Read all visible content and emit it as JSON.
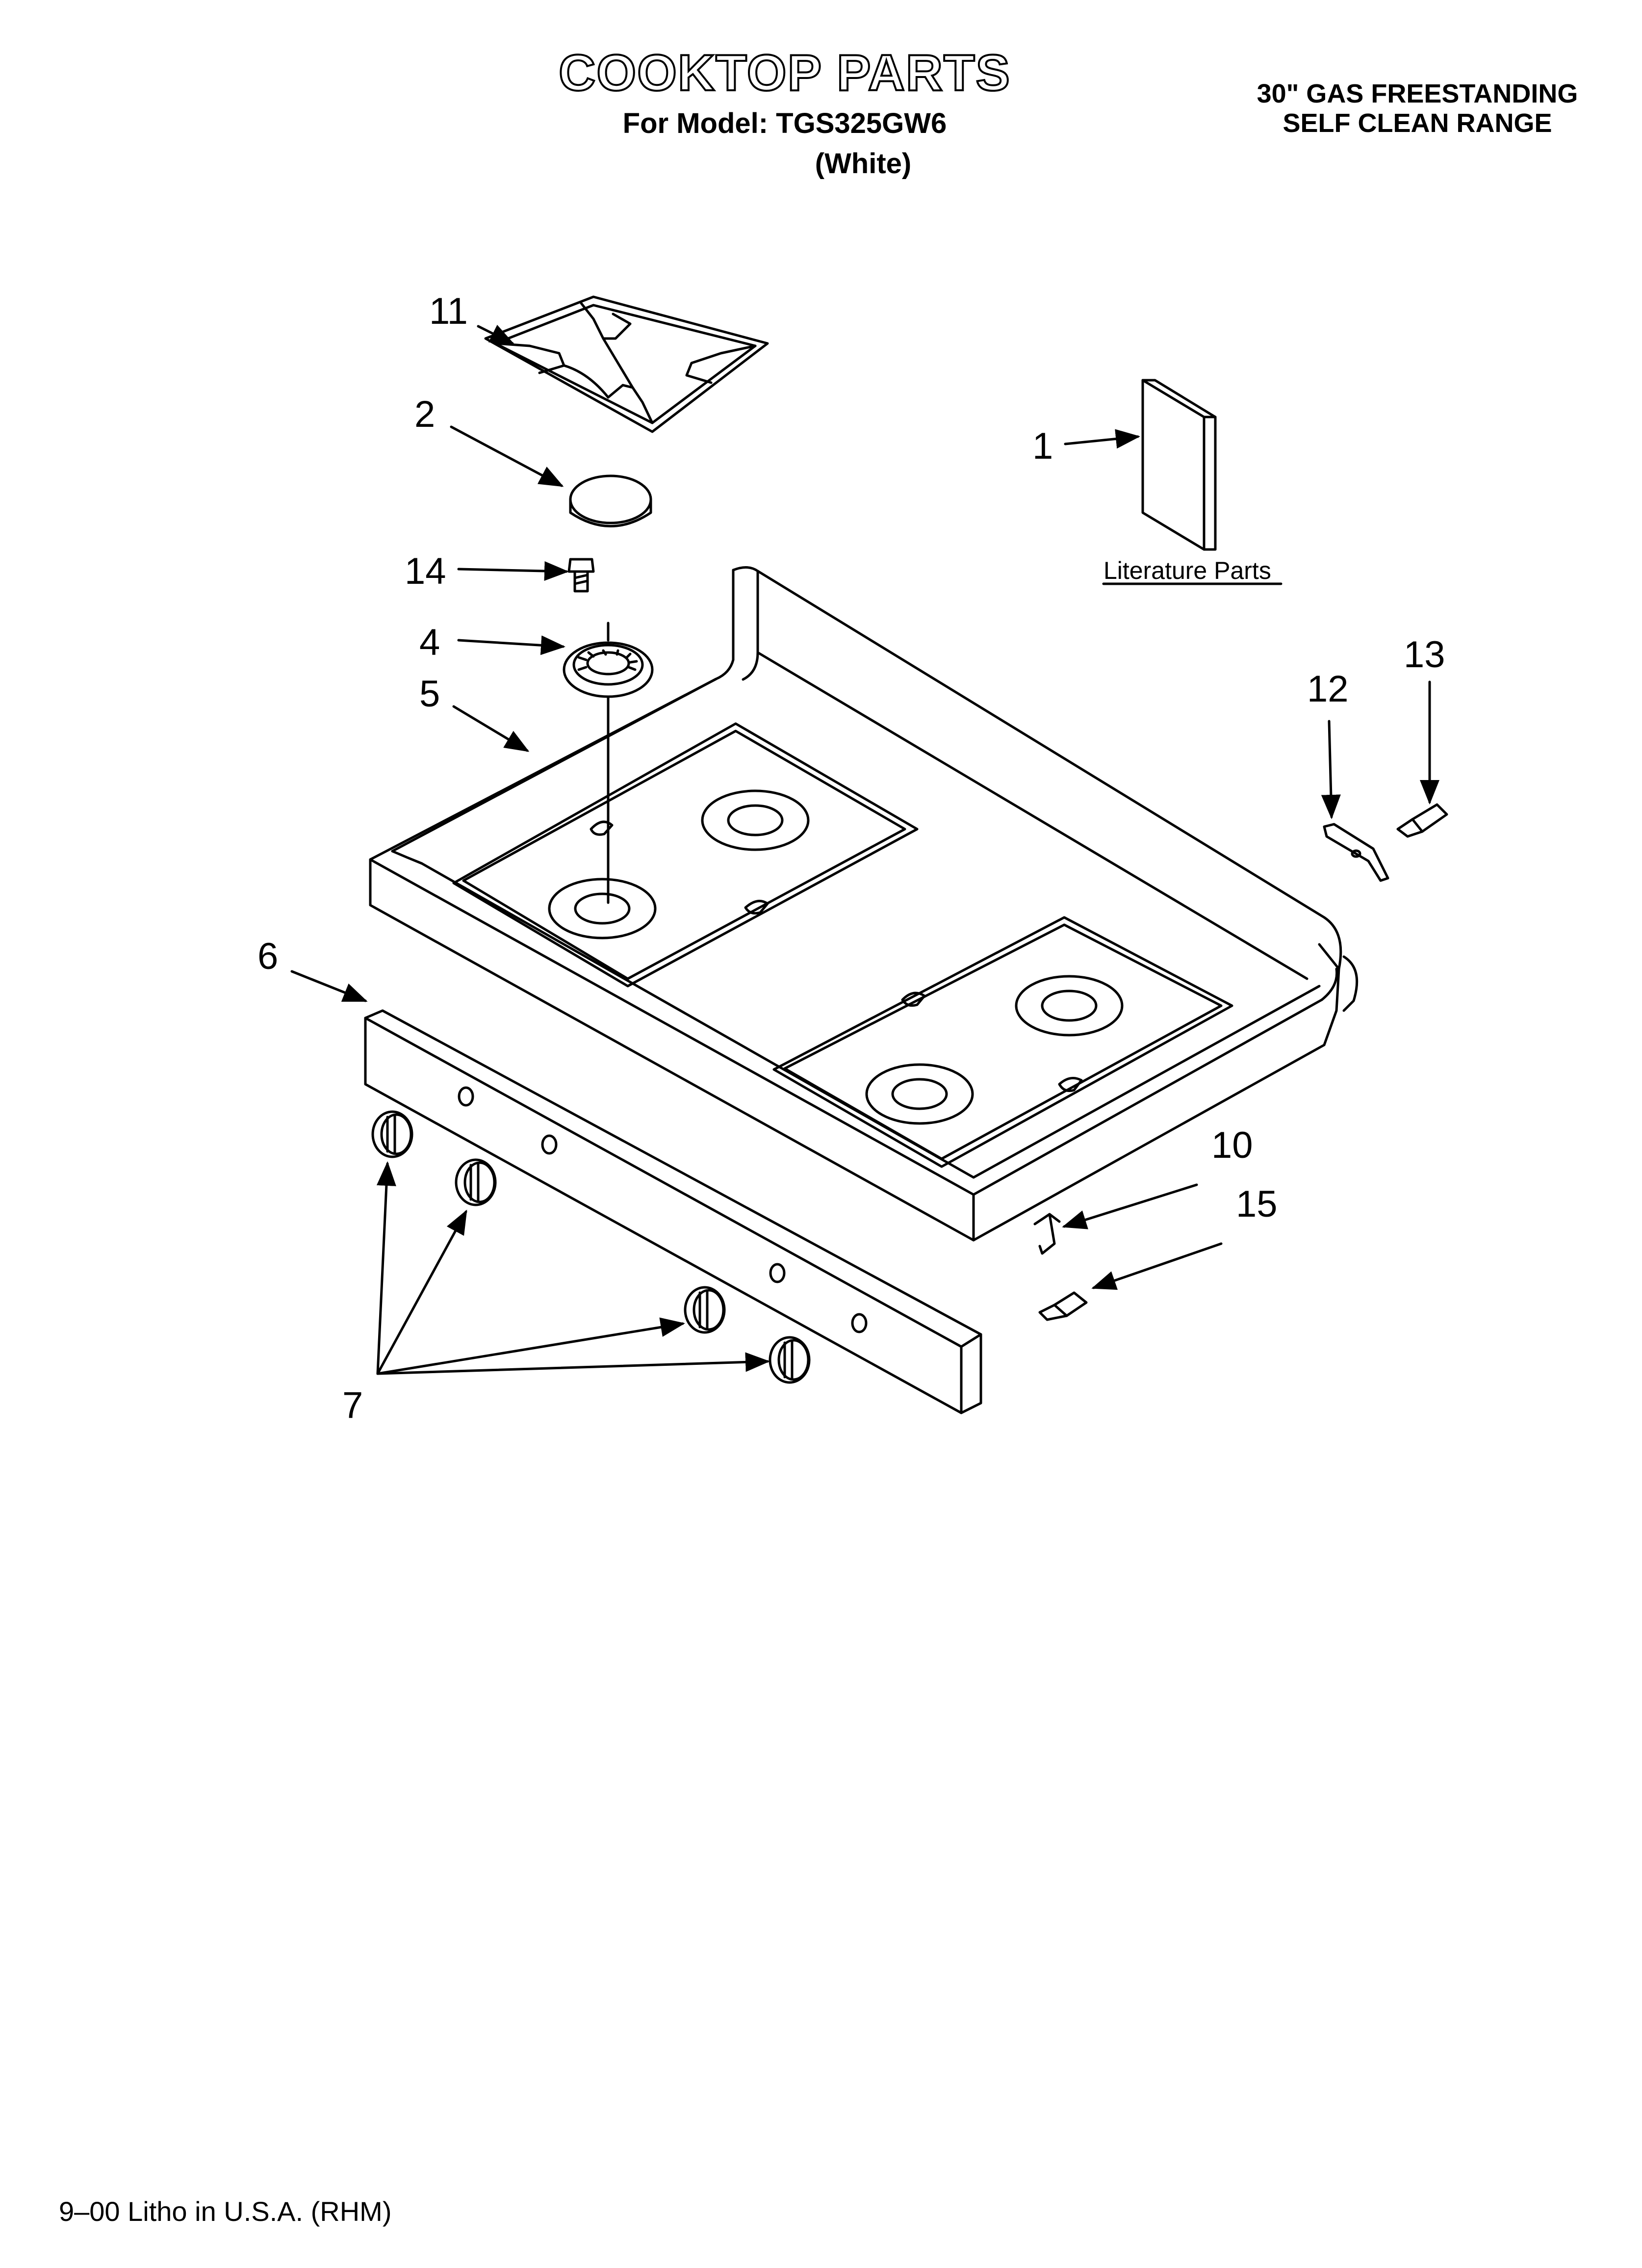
{
  "header": {
    "title": "COOKTOP PARTS",
    "model_line": "For Model: TGS325GW6",
    "color_line": "(White)",
    "range_line1": "30\" GAS FREESTANDING",
    "range_line2": "SELF CLEAN RANGE"
  },
  "callouts": {
    "p1": "1",
    "p2": "2",
    "p4": "4",
    "p5": "5",
    "p6": "6",
    "p7": "7",
    "p10": "10",
    "p11": "11",
    "p12": "12",
    "p13": "13",
    "p14": "14",
    "p15": "15"
  },
  "literature_label": "Literature Parts",
  "footer": "9–00 Litho in U.S.A. (RHM)"
}
